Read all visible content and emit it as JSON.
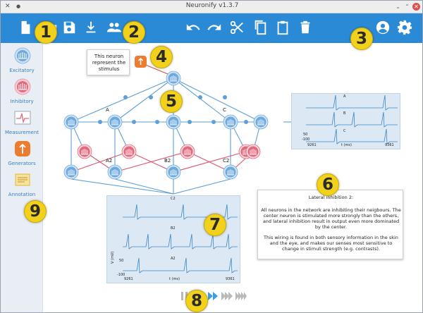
{
  "window": {
    "title": "Neuronify v1.3.7",
    "controls": [
      "minimize",
      "maximize",
      "close"
    ]
  },
  "toolbar": {
    "left_icons": [
      "new-file-icon",
      "open-folder-icon",
      "save-icon",
      "download-icon",
      "community-icon"
    ],
    "center_icons": [
      "undo-icon",
      "redo-icon",
      "cut-icon",
      "copy-icon",
      "paste-icon",
      "delete-icon"
    ],
    "right_icons": [
      "account-icon",
      "settings-icon"
    ],
    "colors": {
      "bar": "#2b8ad6",
      "icon": "#ffffff"
    }
  },
  "sidebar": {
    "items": [
      {
        "label": "Excitatory",
        "icon": "excitatory-neuron-icon"
      },
      {
        "label": "Inhibitory",
        "icon": "inhibitory-neuron-icon"
      },
      {
        "label": "Measurement",
        "icon": "measurement-icon"
      },
      {
        "label": "Generators",
        "icon": "generator-icon"
      },
      {
        "label": "Annotation",
        "icon": "annotation-icon"
      }
    ]
  },
  "callouts": [
    "1",
    "2",
    "3",
    "4",
    "5",
    "6",
    "7",
    "8",
    "9"
  ],
  "canvas": {
    "stimulus_note": "This neuron represent the stimulus",
    "neuron_labels": {
      "a": "A",
      "b": "B",
      "c": "C",
      "a2": "A2",
      "b2": "B2",
      "c2": "C2"
    },
    "colors": {
      "excitatory": "#6ea9dc",
      "inhibitory": "#e06b7e",
      "generator": "#ee7c30",
      "edge": "#5d9fd6",
      "inhibit_edge": "#d9556c"
    },
    "info_panel": {
      "title": "Lateral inhibition 2:",
      "paragraph1": "All neurons in the network are inhibiting their neigbours. The center neuron is stimulated more strongly than the others, and lateral inhibition result in output even more dominated by the center.",
      "paragraph2": "This wiring is found in both sensory information in the skin and the eye, and makes our senses most sensitive to change in stimuli strength (e.g. contrasts)."
    },
    "plot_top": {
      "traces": [
        "A",
        "B",
        "C"
      ],
      "y_ticks": [
        "50",
        "-100"
      ],
      "x_start": "9261",
      "x_end": "9361",
      "x_label": "t (ms)"
    },
    "plot_bottom": {
      "traces": [
        "C2",
        "B2",
        "A2"
      ],
      "y_ticks": [
        "50",
        "-100"
      ],
      "x_start": "9261",
      "x_end": "9361",
      "x_label": "t (ms)",
      "y_label": "V (mV)"
    }
  },
  "playback": {
    "icons": [
      "pause-icon",
      "play-icon",
      "fast-forward-icon",
      "faster-forward-icon",
      "fastest-forward-icon"
    ]
  }
}
